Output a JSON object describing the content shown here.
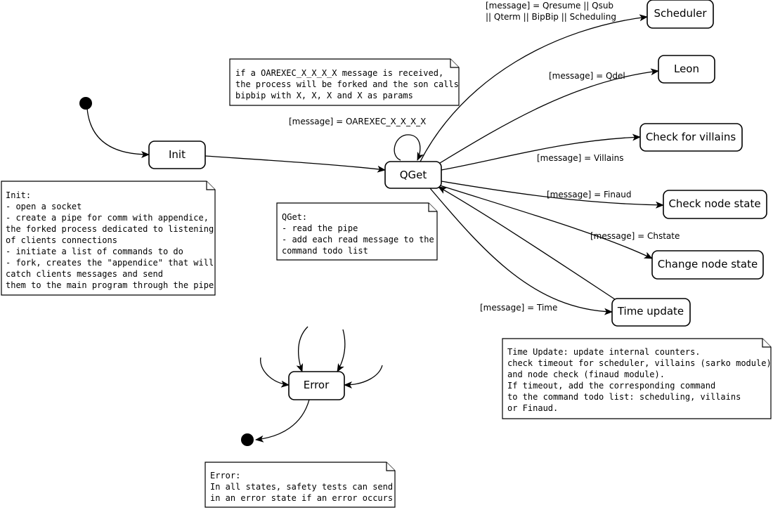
{
  "states": {
    "init": "Init",
    "qget": "QGet",
    "scheduler": "Scheduler",
    "leon": "Leon",
    "villains": "Check for villains",
    "node_state": "Check node state",
    "change_node": "Change node state",
    "time_update": "Time update",
    "error": "Error"
  },
  "edge_labels": {
    "scheduler_1": "[message] = Qresume || Qsub",
    "scheduler_2": "|| Qterm || BipBip || Scheduling",
    "leon": "[message] = Qdel",
    "self_loop": "[message] = OAREXEC_X_X_X_X",
    "villains": "[message] = Villains",
    "finaud": "[message] = Finaud",
    "chstate": "[message] = Chstate",
    "time": "[message] = Time"
  },
  "notes": {
    "oarexec": [
      "if a OAREXEC_X_X_X_X message is received,",
      "the process will be forked and the son calls",
      "bipbip with X, X, X and X as params"
    ],
    "init": [
      "Init:",
      "- open a socket",
      "- create a pipe for comm with appendice,",
      "the forked process dedicated to listening",
      "of clients connections",
      "- initiate a list of commands to do",
      "- fork, creates the \"appendice\" that will",
      "catch clients messages and send",
      "them to the main program through the pipe"
    ],
    "qget": [
      "QGet:",
      "- read the pipe",
      "- add each read message to the",
      "command todo list"
    ],
    "time_update": [
      "Time Update: update internal counters.",
      "check timeout for scheduler, villains (sarko module)",
      "and node check (finaud module).",
      "If timeout, add the corresponding command",
      "to the command todo list: scheduling, villains",
      "or Finaud."
    ],
    "error": [
      "Error:",
      "In all states, safety tests can send",
      "in an error state if an error occurs"
    ]
  }
}
